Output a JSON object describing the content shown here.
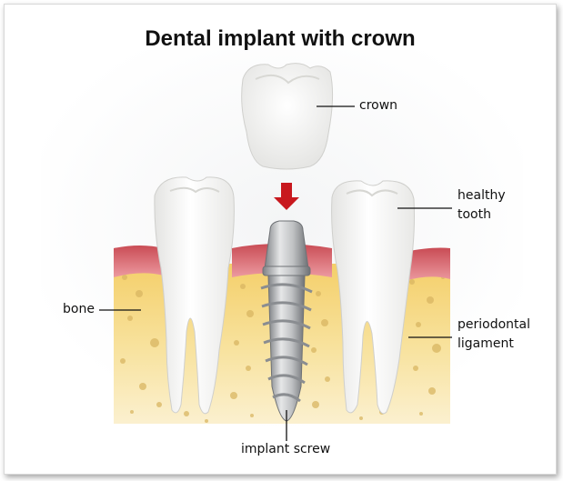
{
  "title": "Dental implant with crown",
  "labels": {
    "crown": "crown",
    "healthy_tooth_line1": "healthy",
    "healthy_tooth_line2": "tooth",
    "bone": "bone",
    "periodontal_line1": "periodontal",
    "periodontal_line2": "ligament",
    "implant_screw": "implant screw"
  },
  "colors": {
    "background_wash": "#eef0f1",
    "bone": "#f7dc8e",
    "bone_spots": "#d8b564",
    "gum": "#e2737a",
    "gum_dark": "#c9505a",
    "tooth": "#f6f6f4",
    "implant": "#b9bcbf",
    "arrow": "#c8181e"
  }
}
